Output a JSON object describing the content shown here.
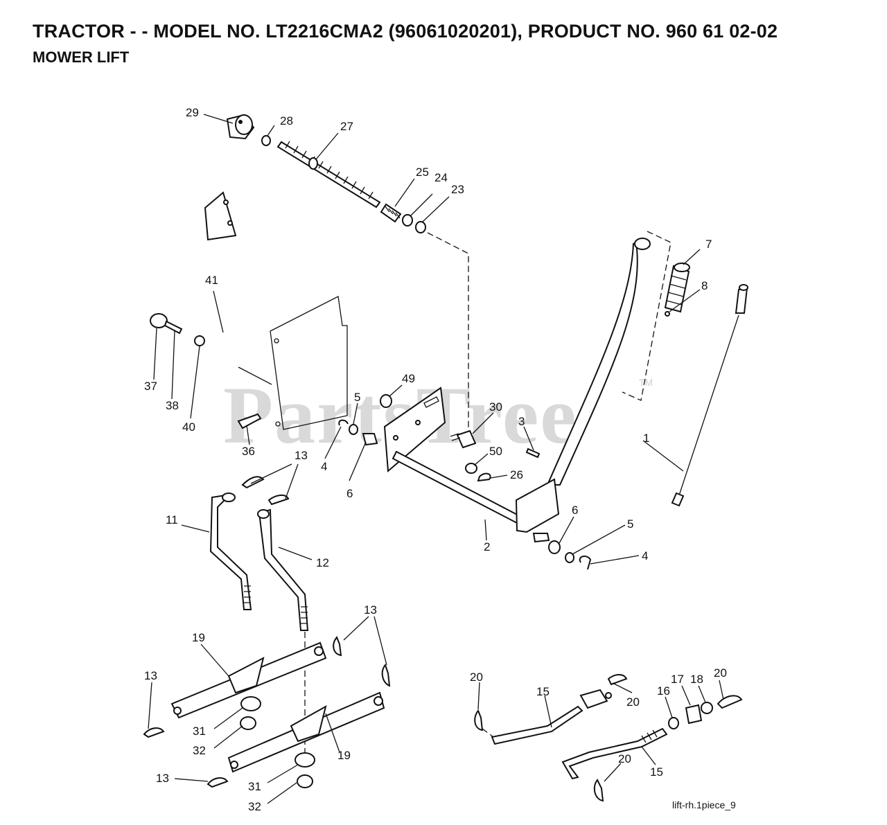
{
  "header": {
    "title": "TRACTOR - - MODEL NO. LT2216CMA2 (96061020201), PRODUCT NO. 960 61 02-02",
    "subtitle": "MOWER LIFT"
  },
  "watermark": {
    "text": "PartsTree",
    "trademark": "TM"
  },
  "figure_id": "lift-rh.1piece_9",
  "callouts": [
    "29",
    "28",
    "27",
    "25",
    "24",
    "23",
    "7",
    "8",
    "41",
    "37",
    "38",
    "40",
    "49",
    "5",
    "30",
    "3",
    "36",
    "4",
    "6",
    "50",
    "26",
    "1",
    "13",
    "11",
    "12",
    "2",
    "6",
    "5",
    "4",
    "13",
    "19",
    "13",
    "31",
    "32",
    "19",
    "13",
    "31",
    "32",
    "20",
    "15",
    "20",
    "16",
    "17",
    "18",
    "20",
    "20",
    "15"
  ]
}
